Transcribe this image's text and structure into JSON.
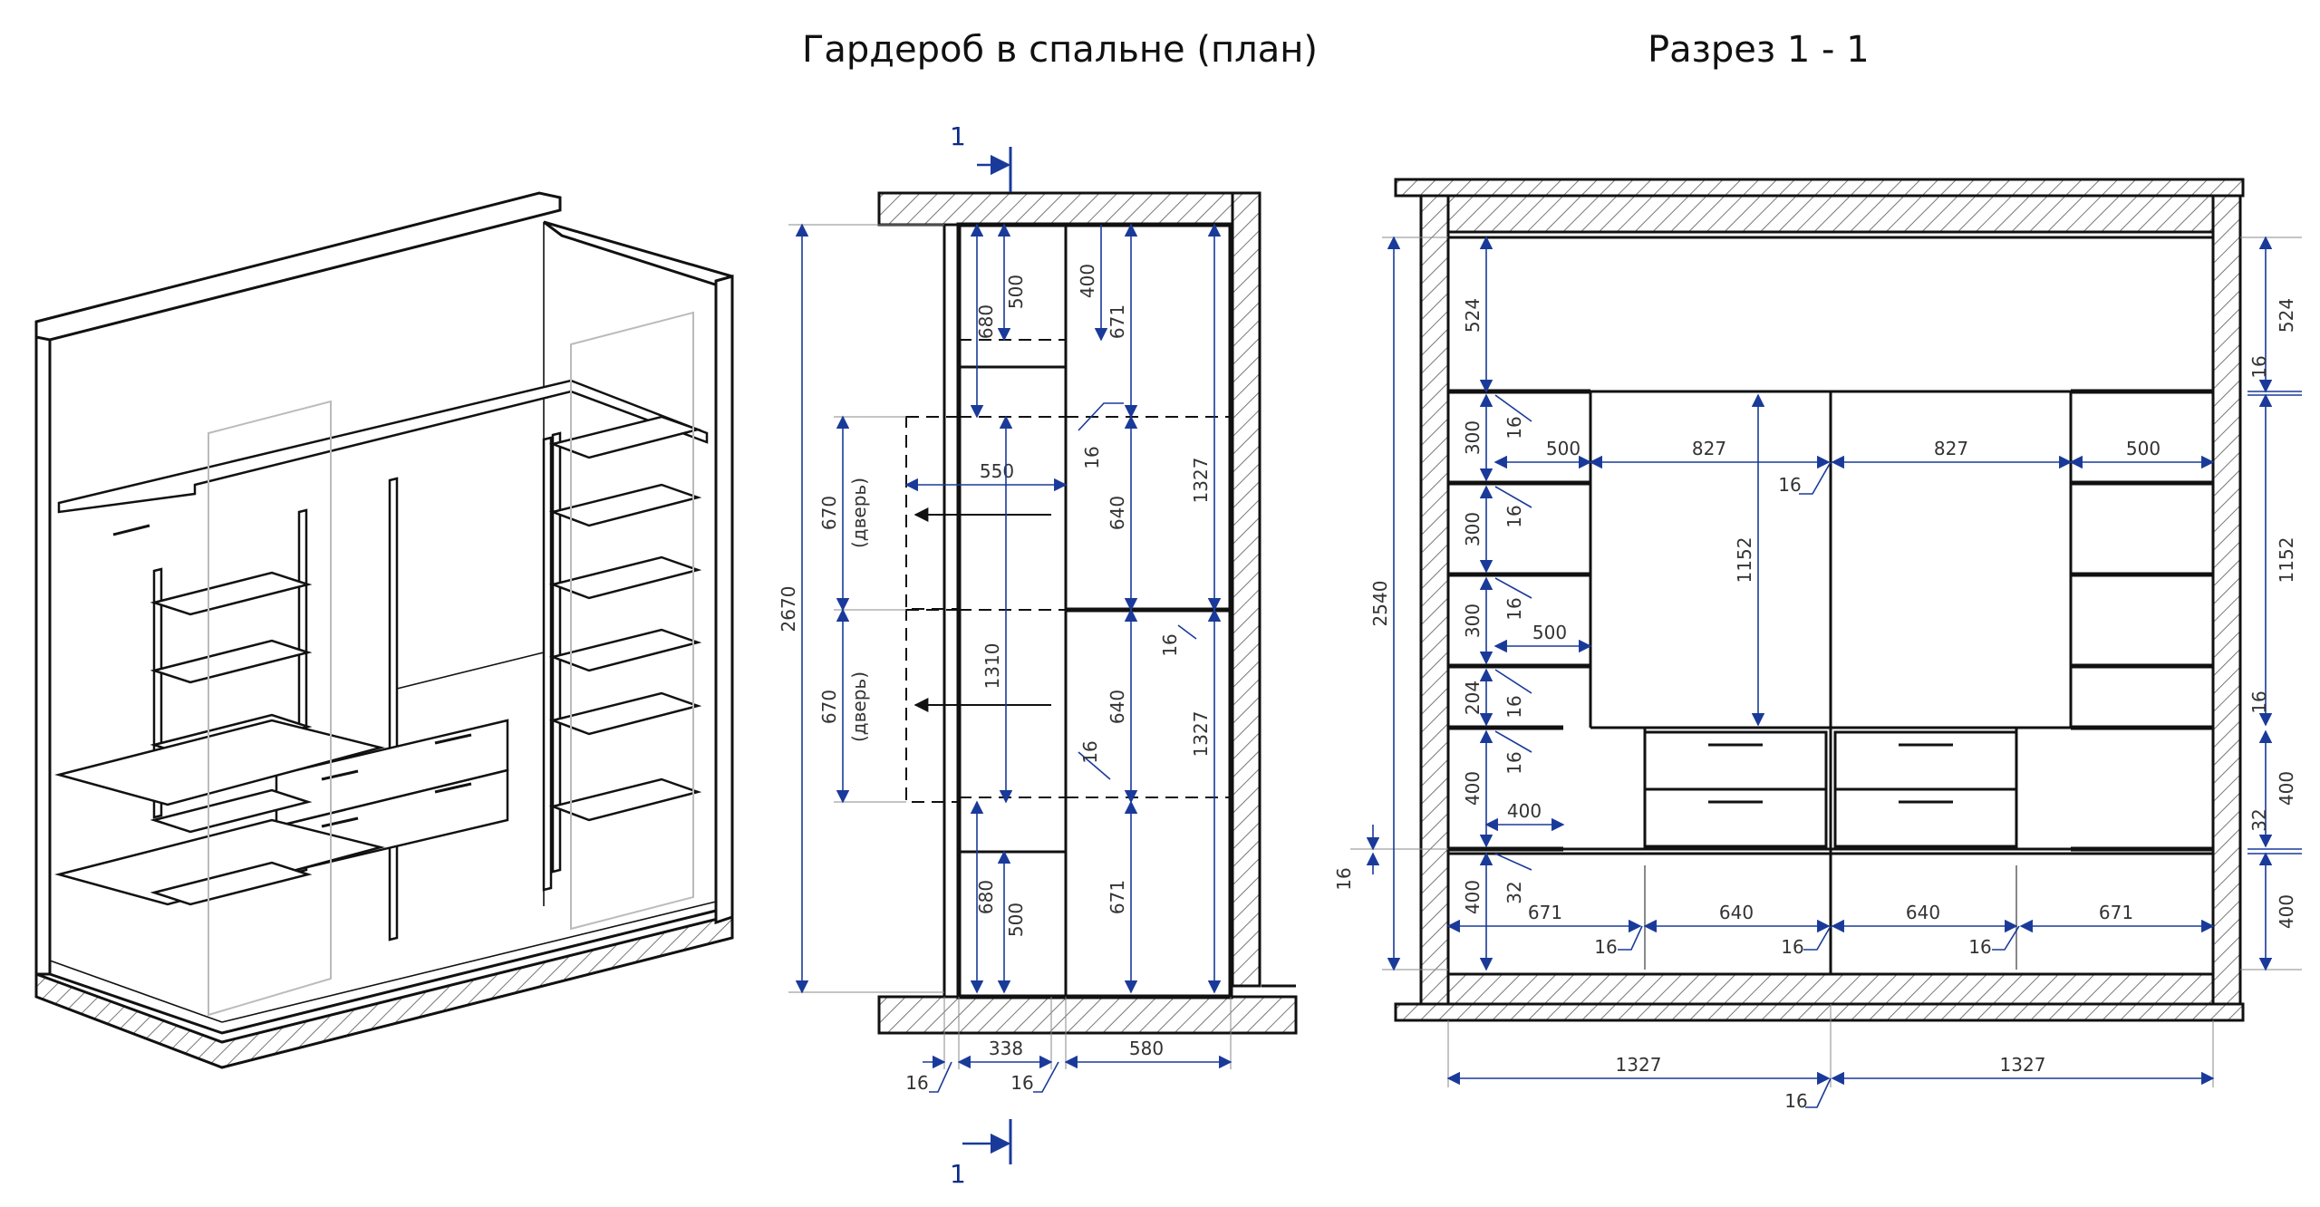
{
  "titles": {
    "plan": "Гардероб в спальне (план)",
    "section": "Разрез 1 - 1"
  },
  "section_mark": "1",
  "colors": {
    "line": "#111111",
    "dimension": "#1a3a9a",
    "reference": "#888888"
  },
  "plan": {
    "overall_height": "2670",
    "door_top": "670",
    "door_top_note": "(дверь)",
    "door_bottom": "670",
    "door_bottom_note": "(дверь)",
    "upper_680": "680",
    "upper_500": "500",
    "upper_400": "400",
    "upper_671": "671",
    "depth_550": "550",
    "mid_640_top": "640",
    "mid_1327_top": "1327",
    "mid_1310": "1310",
    "mid_640_bottom": "640",
    "mid_1327_bottom": "1327",
    "lower_680": "680",
    "lower_500": "500",
    "lower_671": "671",
    "t16_a": "16",
    "t16_b": "16",
    "t16_c": "16",
    "bottom_338": "338",
    "bottom_580": "580",
    "bottom_16_left": "16",
    "bottom_16_mid": "16"
  },
  "section": {
    "overall_height": "2540",
    "left_524": "524",
    "left_300_1": "300",
    "left_300_2": "300",
    "left_300_3": "300",
    "left_204": "204",
    "left_400_a": "400",
    "left_400_b": "400",
    "left_16_1": "16",
    "left_16_2": "16",
    "left_16_3": "16",
    "left_16_4": "16",
    "left_16_5": "16",
    "left_16_out": "16",
    "left_32": "32",
    "w500_top_left": "500",
    "w827_left": "827",
    "w827_right": "827",
    "w500_top_right": "500",
    "t16_center_top": "16",
    "w500_mid": "500",
    "w400_left": "400",
    "h1152_center": "1152",
    "w671_left": "671",
    "w640_left": "640",
    "w640_right": "640",
    "w671_right": "671",
    "b16_1": "16",
    "b16_2": "16",
    "b16_3": "16",
    "w1327_left": "1327",
    "w1327_right": "1327",
    "b16_center": "16",
    "right_524": "524",
    "right_16_a": "16",
    "right_1152": "1152",
    "right_16_b": "16",
    "right_400_a": "400",
    "right_32": "32",
    "right_400_b": "400"
  }
}
